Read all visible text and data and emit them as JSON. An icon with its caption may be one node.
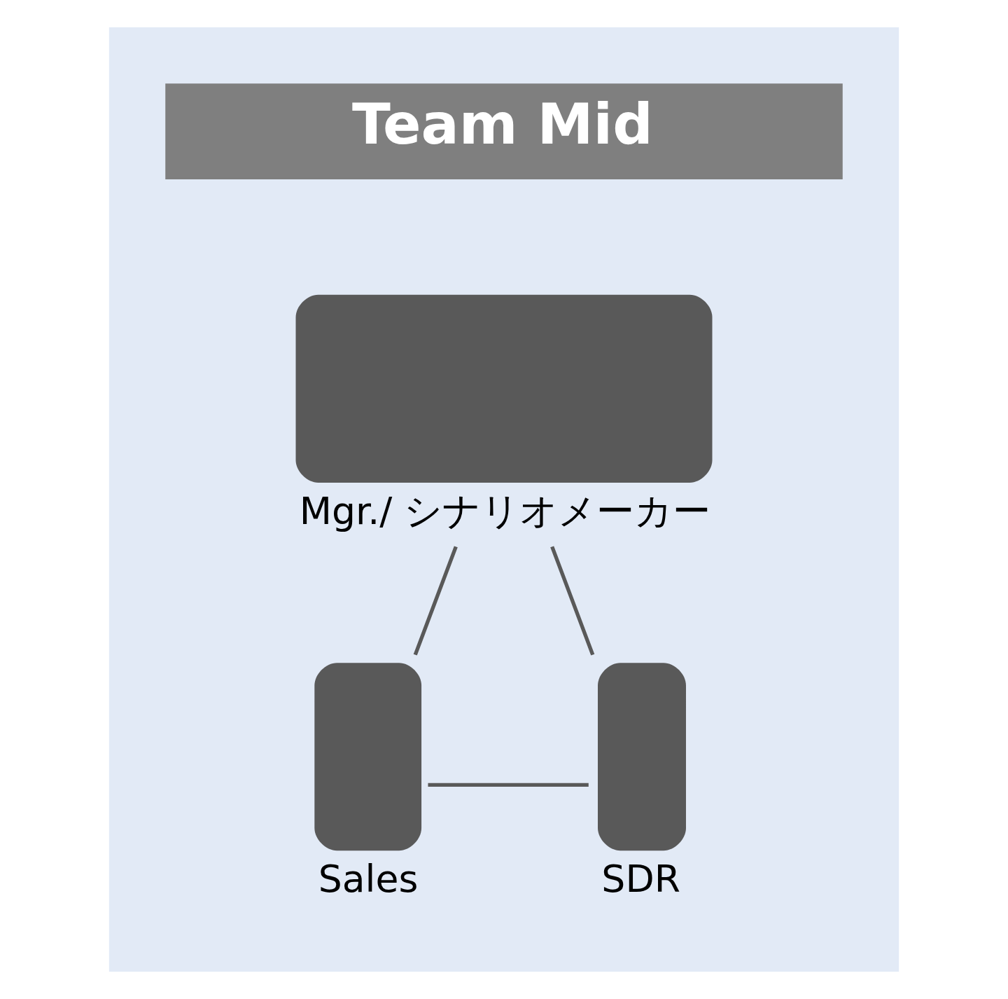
{
  "diagram": {
    "nodes": [
      {
        "text": [],
        "shape": "box"
      },
      {
        "text": [
          "Team Mid"
        ],
        "in": 0
      },
      {
        "text": [],
        "shape": "person",
        "beside": [
          "Mgr./ シナリオメーカー"
        ],
        "in": 0
      },
      {
        "text": [],
        "shape": "person",
        "beside": [
          "Sales"
        ],
        "in": 0
      },
      {
        "text": [],
        "shape": "person",
        "beside": [
          "SDR"
        ],
        "in": 0
      }
    ],
    "edges": [
      {
        "from": 2,
        "to": 3,
        "arrow": "none"
      },
      {
        "from": 2,
        "to": 4,
        "arrow": "none"
      },
      {
        "from": 3,
        "to": 4,
        "arrow": "none"
      }
    ]
  }
}
